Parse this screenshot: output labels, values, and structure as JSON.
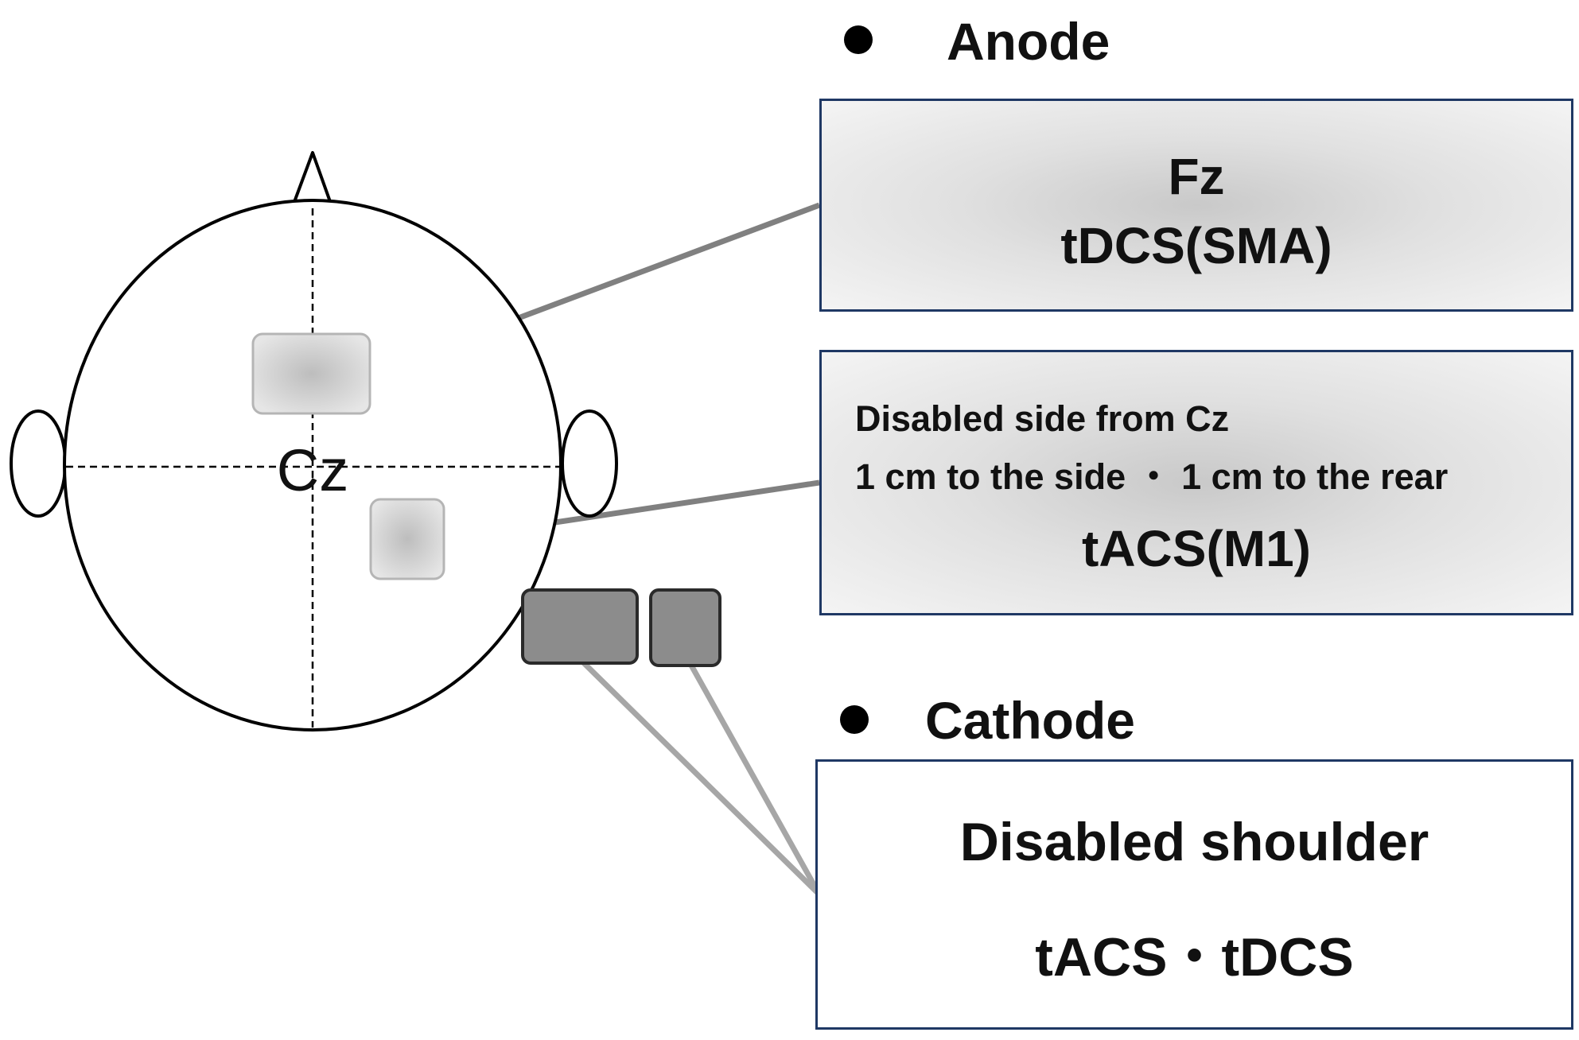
{
  "head": {
    "center_label": "Cz"
  },
  "anode": {
    "heading": "Anode",
    "box1": {
      "line1": "Fz",
      "line2": "tDCS(SMA)"
    },
    "box2": {
      "line1": "Disabled side from Cz",
      "line2": "1 cm to the side ・ 1 cm to the rear",
      "line3": "tACS(M1)"
    }
  },
  "cathode": {
    "heading": "Cathode",
    "box": {
      "line1": "Disabled shoulder",
      "line2": "tACS・tDCS"
    }
  },
  "colors": {
    "box_border": "#1f3864",
    "connector": "#808080",
    "cathode_connector": "#a6a6a6",
    "anode_pad": "#d9d9d9",
    "cathode_pad": "#8c8c8c"
  }
}
